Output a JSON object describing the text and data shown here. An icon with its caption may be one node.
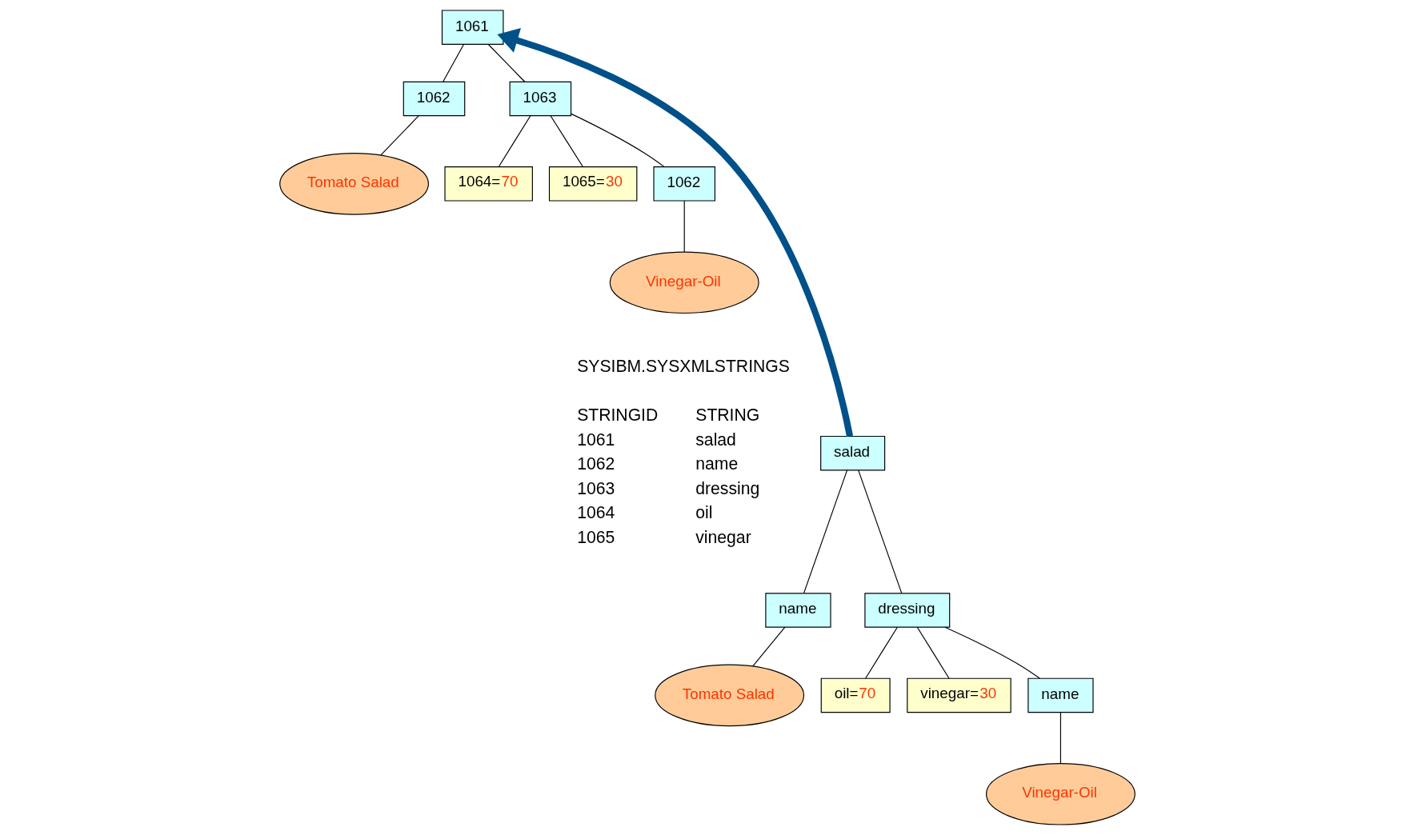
{
  "diagram": {
    "nodes": [
      {
        "text": [
          "1061"
        ]
      },
      {
        "text": [
          "1062"
        ]
      },
      {
        "text": [
          "1063"
        ]
      },
      {
        "text": [
          "Tomato Salad"
        ]
      },
      {
        "text": [
          "1064=70"
        ]
      },
      {
        "text": [
          "1065=30"
        ]
      },
      {
        "text": [
          "1062"
        ]
      },
      {
        "text": [
          "Vinegar-Oil"
        ]
      },
      {
        "text": [
          "salad"
        ]
      },
      {
        "text": [
          "name"
        ]
      },
      {
        "text": [
          "dressing"
        ]
      },
      {
        "text": [
          "Tomato Salad"
        ]
      },
      {
        "text": [
          "oil=70"
        ]
      },
      {
        "text": [
          "vinegar=30"
        ]
      },
      {
        "text": [
          "name"
        ]
      },
      {
        "text": [
          "Vinegar-Oil"
        ]
      }
    ],
    "edges": [
      {
        "from": 0,
        "to": 1,
        "arrow": "none"
      },
      {
        "from": 0,
        "to": 2,
        "arrow": "none"
      },
      {
        "from": 1,
        "to": 3,
        "arrow": "none"
      },
      {
        "from": 2,
        "to": 4,
        "arrow": "none"
      },
      {
        "from": 2,
        "to": 5,
        "arrow": "none"
      },
      {
        "from": 2,
        "to": 6,
        "arrow": "none"
      },
      {
        "from": 6,
        "to": 7,
        "arrow": "none"
      },
      {
        "from": 8,
        "to": 9,
        "arrow": "none"
      },
      {
        "from": 8,
        "to": 10,
        "arrow": "none"
      },
      {
        "from": 9,
        "to": 11,
        "arrow": "none"
      },
      {
        "from": 10,
        "to": 12,
        "arrow": "none"
      },
      {
        "from": 10,
        "to": 13,
        "arrow": "none"
      },
      {
        "from": 10,
        "to": 14,
        "arrow": "none"
      },
      {
        "from": 14,
        "to": 15,
        "arrow": "none"
      },
      {
        "from": 8,
        "to": 0,
        "arrow": "to",
        "style": "thick",
        "color": "#00508a"
      }
    ],
    "labels": [
      "SYSIBM.SYSXMLSTRINGS",
      "STRINGID",
      "STRING",
      "1061",
      "salad",
      "1062",
      "name",
      "1063",
      "dressing",
      "1064",
      "oil",
      "1065",
      "vinegar"
    ]
  }
}
